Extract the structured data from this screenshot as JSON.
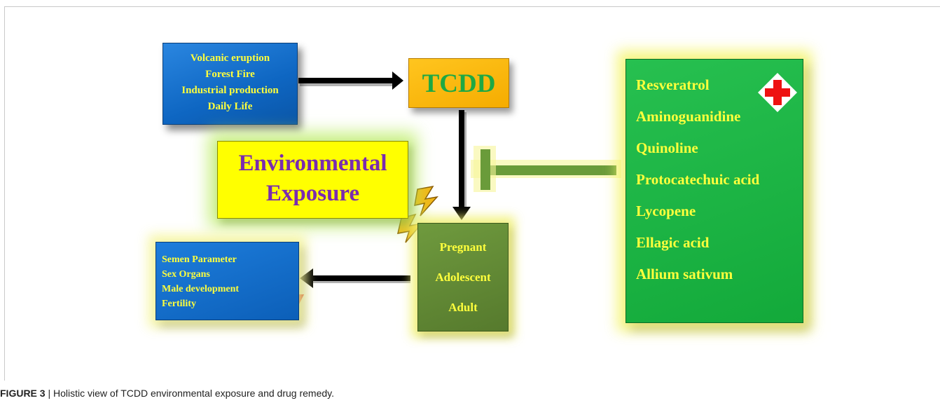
{
  "diagram": {
    "sources": [
      "Volcanic eruption",
      "Forest Fire",
      "Industrial production",
      "Daily Life"
    ],
    "compound": "TCDD",
    "exposure_label": [
      "Environmental",
      "Exposure"
    ],
    "population": [
      "Pregnant",
      "Adolescent",
      "Adult"
    ],
    "effects": [
      "Semen Parameter",
      "Sex Organs",
      "Male development",
      "Fertility"
    ],
    "drugs": [
      "Resveratrol",
      "Aminoguanidine",
      "Quinoline",
      "Protocatechuic acid",
      "Lycopene",
      "Ellagic acid",
      "Allium sativum"
    ],
    "icons": {
      "cross": "red-cross-icon",
      "lightning": "lightning-bolt-icon",
      "down_arrow": "red-down-arrow-icon"
    },
    "colors": {
      "source_box": "#0e66c2",
      "tcdd_box": "#f5ac00",
      "exposure_box": "#ffff00",
      "population_box": "#567a2d",
      "drug_box": "#13a93a",
      "text_yellow": "#ffff3c",
      "red": "#ee1111"
    }
  },
  "caption": {
    "label": "FIGURE 3",
    "separator": " | ",
    "text": "Holistic view of TCDD environmental exposure and drug remedy."
  }
}
